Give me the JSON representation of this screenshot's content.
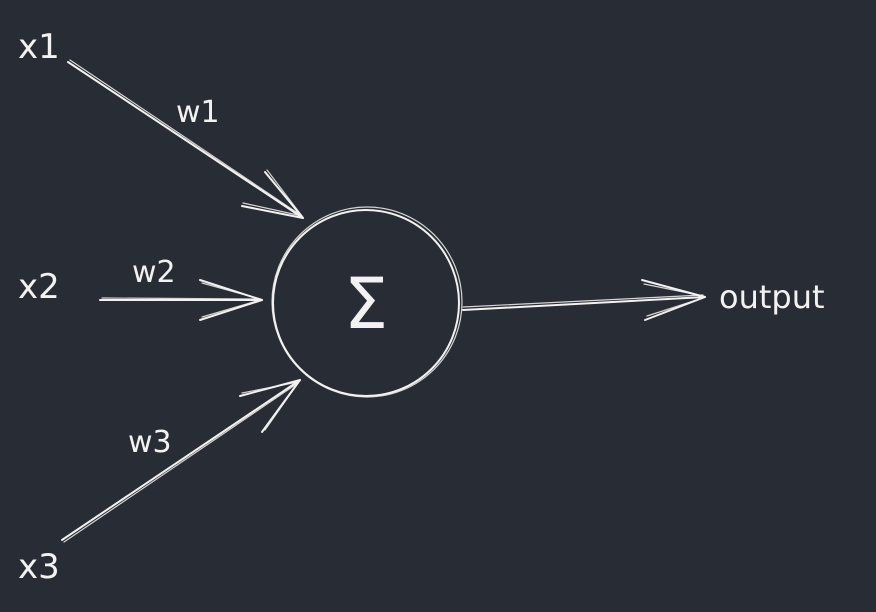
{
  "diagram": {
    "background": "#282c34",
    "stroke_color": "#f2f2f2",
    "inputs": [
      {
        "label": "x1",
        "weight": "w1"
      },
      {
        "label": "x2",
        "weight": "w2"
      },
      {
        "label": "x3",
        "weight": "w3"
      }
    ],
    "node": {
      "symbol": "Σ"
    },
    "output": {
      "label": "output"
    }
  }
}
